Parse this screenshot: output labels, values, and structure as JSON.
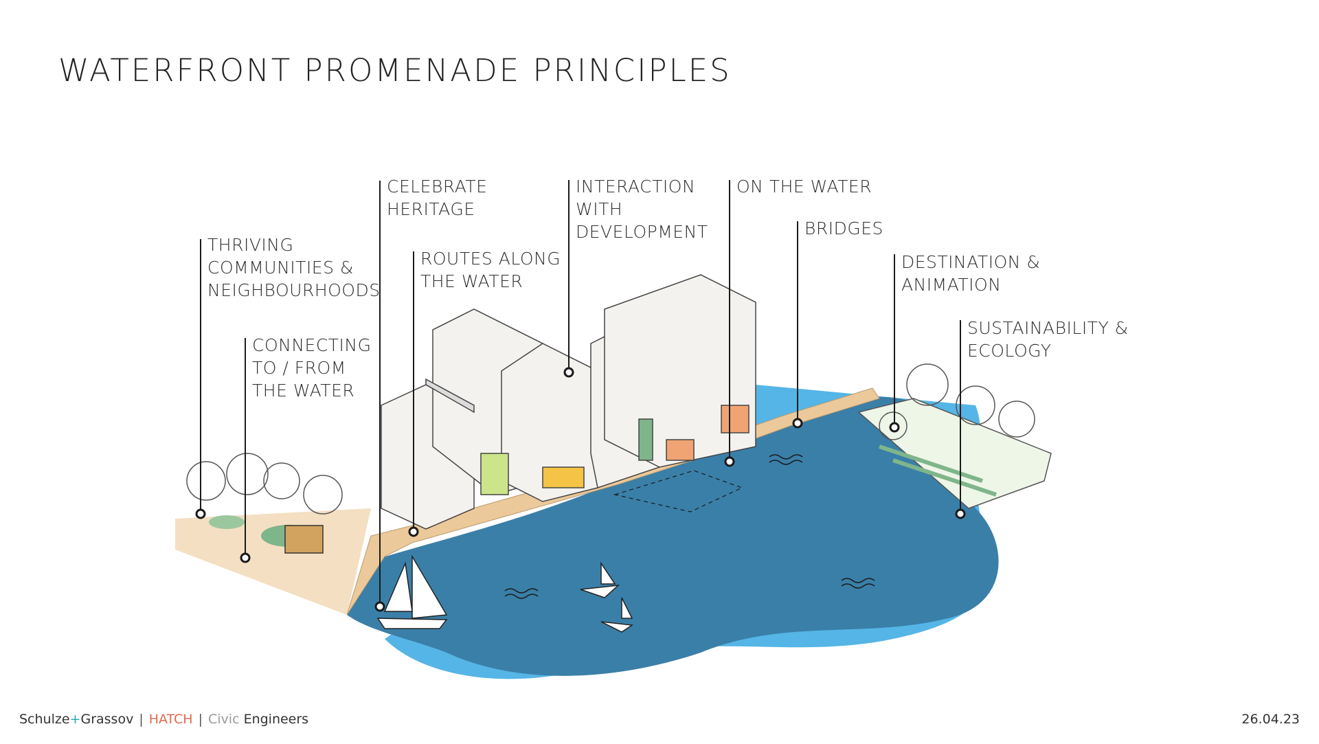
{
  "title": "WATERFRONT PROMENADE PRINCIPLES",
  "principles": [
    {
      "id": "thriving",
      "lines": [
        "THRIVING",
        "COMMUNITIES &",
        "NEIGHBOURHOODS"
      ]
    },
    {
      "id": "connecting",
      "lines": [
        "CONNECTING",
        "TO / FROM",
        "THE WATER"
      ]
    },
    {
      "id": "heritage",
      "lines": [
        "CELEBRATE",
        "HERITAGE"
      ]
    },
    {
      "id": "routes",
      "lines": [
        "ROUTES ALONG",
        "THE WATER"
      ]
    },
    {
      "id": "interaction",
      "lines": [
        "INTERACTION",
        "WITH",
        "DEVELOPMENT"
      ]
    },
    {
      "id": "on-water",
      "lines": [
        "ON THE WATER"
      ]
    },
    {
      "id": "bridges",
      "lines": [
        "BRIDGES"
      ]
    },
    {
      "id": "destination",
      "lines": [
        "DESTINATION &",
        "ANIMATION"
      ]
    },
    {
      "id": "sustainability",
      "lines": [
        "SUSTAINABILITY &",
        "ECOLOGY"
      ]
    }
  ],
  "footer": {
    "company_a": "Schulze",
    "plus": "+",
    "company_b": "Grassov",
    "divider": "|",
    "hatch": "HATCH",
    "civic": "Civic",
    "engineers": "Engineers",
    "date": "26.04.23"
  },
  "colors": {
    "water_dark": "#3a7fa8",
    "water_light": "#55b5e6",
    "promenade": "#ecc99a",
    "leader": "#1a1a1a",
    "hatch": "#e06a4d",
    "plus": "#2aa7b5"
  }
}
